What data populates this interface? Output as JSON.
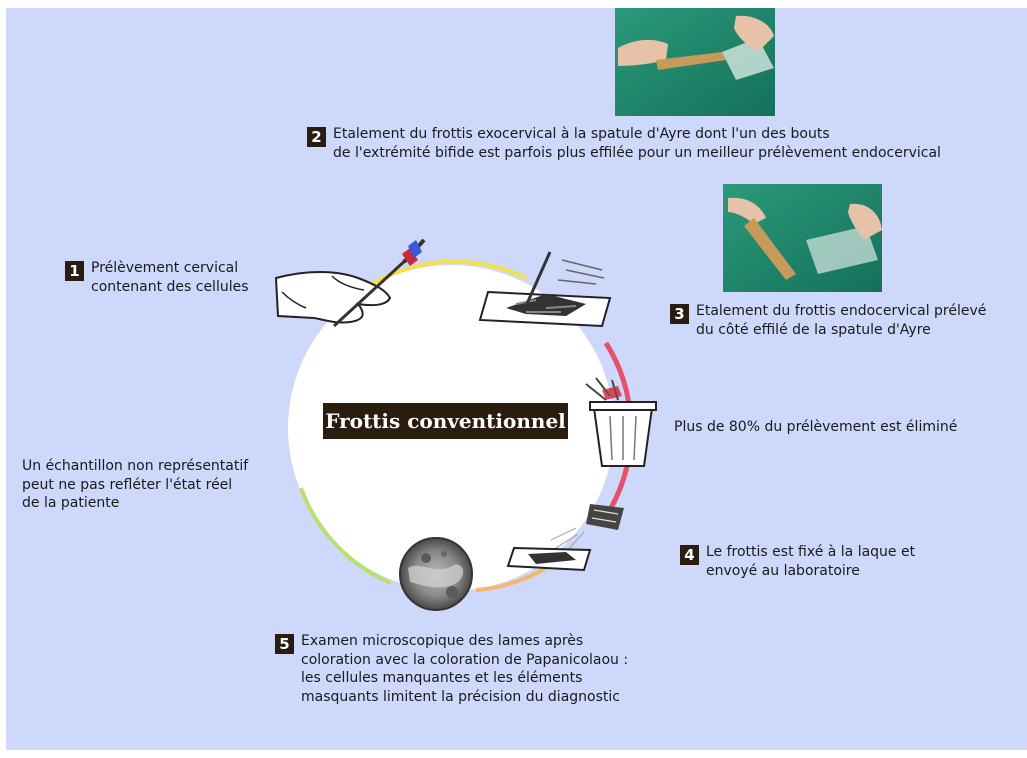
{
  "title": "Frottis conventionnel",
  "steps": [
    {
      "number": "1",
      "text": "Prélèvement cervical\ncontenant des cellules"
    },
    {
      "number": "2",
      "text": "Etalement du frottis exocervical à la spatule d'Ayre dont l'un des bouts\nde l'extrémité bifide est parfois plus effilée pour un meilleur prélèvement endocervical"
    },
    {
      "number": "3",
      "text": "Etalement du frottis endocervical prélevé\ndu côté effilé de la spatule d'Ayre"
    },
    {
      "number": "4",
      "text": "Le frottis est fixé à la laque et\nenvoyé au laboratoire"
    },
    {
      "number": "5",
      "text": "Examen microscopique des lames après\ncoloration avec la coloration de Papanicolaou :\nles cellules manquantes et les éléments\nmasquants limitent la précision du diagnostic"
    }
  ],
  "notes": {
    "eliminated": "Plus de 80% du prélèvement est éliminé",
    "representativity": "Un échantillon non représentatif\npeut ne pas refléter l'état réel\nde la patiente"
  },
  "icons": {
    "photo_exocervical": "photo-spatula-smear-exocervical",
    "photo_endocervical": "photo-spatula-smear-endocervical",
    "hand_brush": "hand-brush-icon",
    "slide_smear": "slide-smear-icon",
    "trash_bin": "trash-bin-icon",
    "fixative_spray": "fixative-spray-icon",
    "microscope_view": "microscope-view-icon"
  },
  "colors": {
    "background": "#cdd8fb",
    "label_box": "#2a1d10",
    "cycle_yellow": "#f2e24a",
    "cycle_red": "#e8506a",
    "cycle_green": "#b8e070",
    "photo_green": "#1f8a6e"
  }
}
